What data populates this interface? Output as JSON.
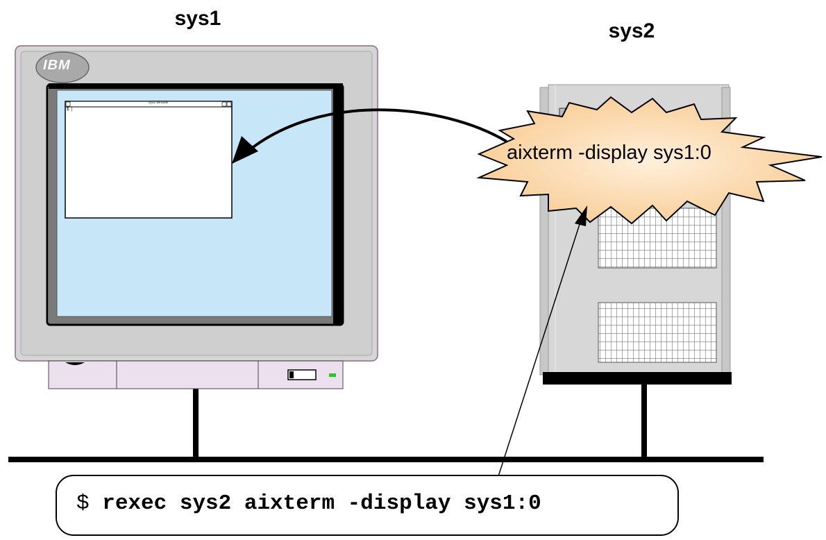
{
  "sys1": {
    "label": "sys1"
  },
  "sys2": {
    "label": "sys2"
  },
  "monitor": {
    "logo": "IBM",
    "window_title": "sys2 window",
    "window_prompt": "$ ▏"
  },
  "bubble": {
    "text": "aixterm -display sys1:0"
  },
  "command": {
    "prompt": "$ ",
    "text": "rexec sys2 aixterm -display sys1:0"
  },
  "colors": {
    "screen": "#c7e6f8",
    "bezel": "#d4d4d4",
    "bubble_fill": "#fbd6a6",
    "base": "#ece0ee",
    "led": "#22cc22"
  }
}
